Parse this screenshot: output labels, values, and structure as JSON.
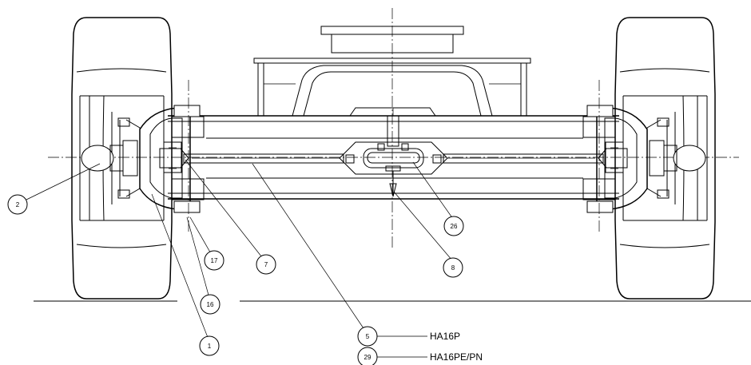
{
  "callouts": [
    {
      "id": "c2",
      "num": "2"
    },
    {
      "id": "c7",
      "num": "7"
    },
    {
      "id": "c17",
      "num": "17"
    },
    {
      "id": "c16",
      "num": "16"
    },
    {
      "id": "c1",
      "num": "1"
    },
    {
      "id": "c5",
      "num": "5"
    },
    {
      "id": "c29",
      "num": "29"
    },
    {
      "id": "c26",
      "num": "26"
    },
    {
      "id": "c8",
      "num": "8"
    }
  ],
  "legend": {
    "row1_label": "HA16P",
    "row2_label": "HA16PE/PN"
  }
}
